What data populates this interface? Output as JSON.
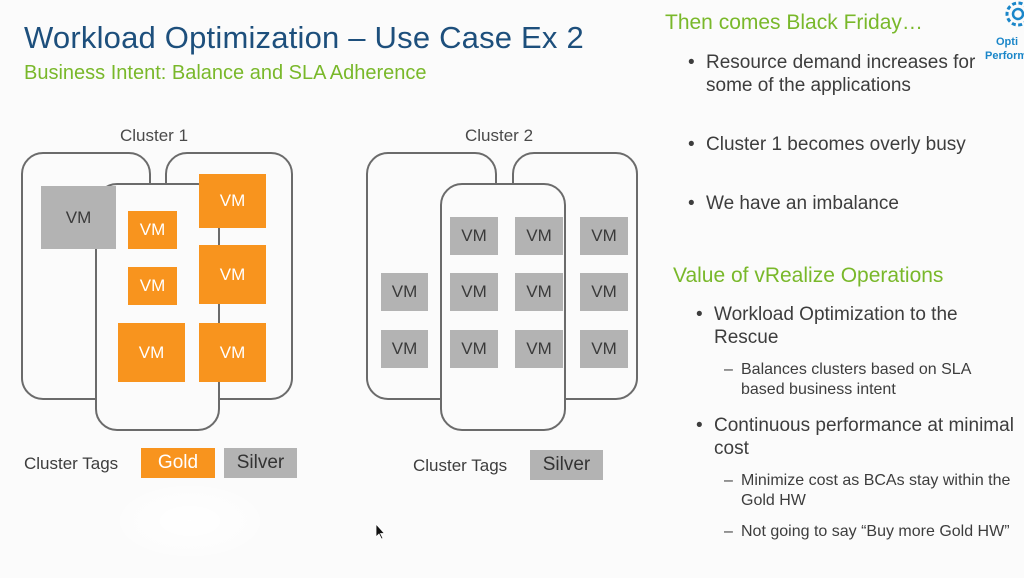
{
  "title": "Workload Optimization – Use Case Ex  2",
  "subtitle": "Business Intent: Balance and SLA Adherence",
  "cluster1": {
    "label": "Cluster 1",
    "vm_label": "VM",
    "tags_label": "Cluster Tags",
    "tags": [
      "Gold",
      "Silver"
    ]
  },
  "cluster2": {
    "label": "Cluster 2",
    "vm_label": "VM",
    "tags_label": "Cluster Tags",
    "tags": [
      "Silver"
    ]
  },
  "right": {
    "heading1": "Then comes Black Friday…",
    "bullets1": [
      "Resource demand increases for some of the applications",
      "Cluster 1 becomes overly busy",
      "We have an imbalance"
    ],
    "heading2": "Value of vRealize Operations",
    "bullet2a": "Workload Optimization to the Rescue",
    "sub2a": "Balances clusters based on SLA based business intent",
    "bullet2b": "Continuous performance at minimal cost",
    "sub2b1": "Minimize cost as BCAs stay within the Gold HW",
    "sub2b2": "Not going to say “Buy more Gold HW”"
  },
  "logo": {
    "icon": "gear-icon",
    "text_line1": "Opti",
    "text_line2": "Perform"
  },
  "colors": {
    "title": "#1d4f7c",
    "accent_green": "#79b82a",
    "vm_orange": "#f8941e",
    "vm_gray": "#b3b3b3"
  }
}
